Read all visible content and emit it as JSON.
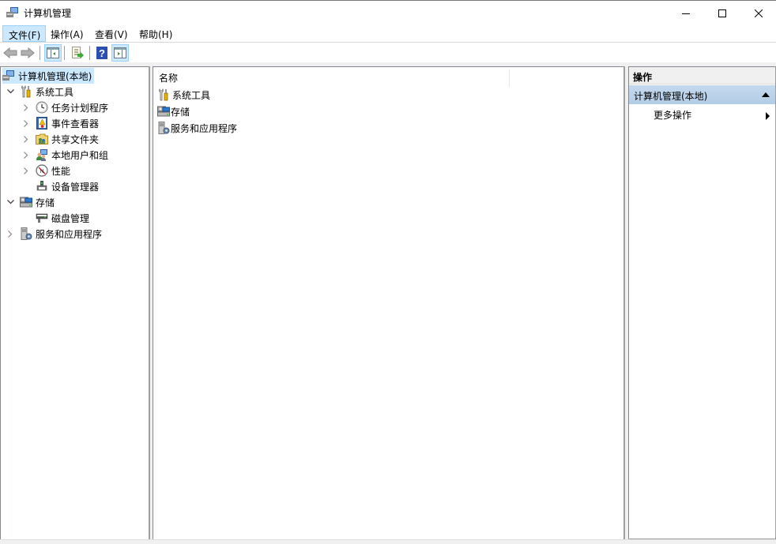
{
  "window": {
    "title": "计算机管理",
    "controls": {
      "minimize": "minimize",
      "maximize": "maximize",
      "close": "close"
    }
  },
  "menubar": {
    "items": [
      {
        "label": "文件(F)",
        "active": true
      },
      {
        "label": "操作(A)",
        "active": false
      },
      {
        "label": "查看(V)",
        "active": false
      },
      {
        "label": "帮助(H)",
        "active": false
      }
    ]
  },
  "toolbar": {
    "buttons": [
      "back",
      "forward",
      "show-hide-console-tree",
      "export-list",
      "help",
      "show-hide-action-pane"
    ]
  },
  "tree": {
    "root": {
      "label": "计算机管理(本地)",
      "icon": "computer-management-icon",
      "selected": true
    },
    "items": [
      {
        "label": "系统工具",
        "icon": "tools-icon",
        "level": 1,
        "expander": "expanded"
      },
      {
        "label": "任务计划程序",
        "icon": "clock-icon",
        "level": 2,
        "expander": "collapsed"
      },
      {
        "label": "事件查看器",
        "icon": "event-viewer-icon",
        "level": 2,
        "expander": "collapsed"
      },
      {
        "label": "共享文件夹",
        "icon": "shared-folder-icon",
        "level": 2,
        "expander": "collapsed"
      },
      {
        "label": "本地用户和组",
        "icon": "users-icon",
        "level": 2,
        "expander": "collapsed"
      },
      {
        "label": "性能",
        "icon": "performance-icon",
        "level": 2,
        "expander": "collapsed"
      },
      {
        "label": "设备管理器",
        "icon": "device-manager-icon",
        "level": 2,
        "expander": "none"
      },
      {
        "label": "存储",
        "icon": "storage-icon",
        "level": 1,
        "expander": "expanded"
      },
      {
        "label": "磁盘管理",
        "icon": "disk-icon",
        "level": 2,
        "expander": "none"
      },
      {
        "label": "服务和应用程序",
        "icon": "services-icon",
        "level": 1,
        "expander": "collapsed"
      }
    ]
  },
  "list": {
    "columns": [
      "名称"
    ],
    "rows": [
      {
        "label": "系统工具",
        "icon": "tools-icon"
      },
      {
        "label": "存储",
        "icon": "storage-icon"
      },
      {
        "label": "服务和应用程序",
        "icon": "services-icon"
      }
    ]
  },
  "actions": {
    "header": "操作",
    "group": "计算机管理(本地)",
    "items": [
      {
        "label": "更多操作"
      }
    ]
  },
  "colors": {
    "selection": "#cce8ff",
    "selection_border": "#99d1ff",
    "action_group": "#b9d1ea"
  }
}
